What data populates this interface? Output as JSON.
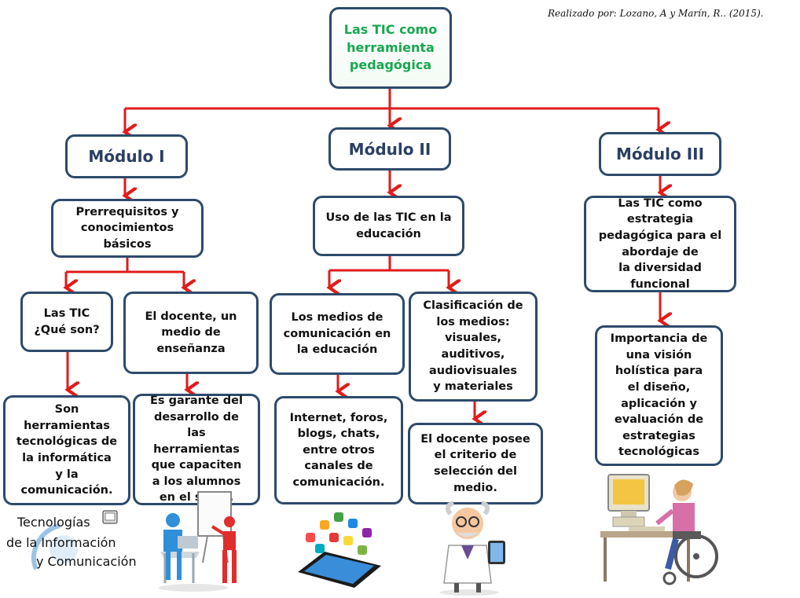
{
  "credit": "Realizado por: Lozano, A y Marín, R.. (2015).",
  "colors": {
    "box_border": "#2e4a6b",
    "module_text": "#2b3f63",
    "root_text": "#17a84f",
    "connector": "#e11b1b"
  },
  "root": {
    "label": "Las TIC como\nherramienta\npedagógica"
  },
  "modules": [
    {
      "title": "Módulo I",
      "topic": "Prerrequisitos y\nconocimientos\nbásicos",
      "branches": [
        {
          "label": "Las TIC\n¿Qué son?",
          "detail": "Son\nherramientas\ntecnológicas de\nla informática\ny la\ncomunicación."
        },
        {
          "label": "El docente, un\nmedio de\nenseñanza",
          "detail": "Es garante del\ndesarrollo de\nlas\nherramientas\nque capaciten\na los alumnos\nen el saber."
        }
      ]
    },
    {
      "title": "Módulo II",
      "topic": "Uso de las TIC en la\neducación",
      "branches": [
        {
          "label": "Los medios de\ncomunicación en\nla educación",
          "detail": "Internet, foros,\nblogs, chats,\nentre otros\ncanales de\ncomunicación."
        },
        {
          "label": "Clasificación de\nlos medios:\nvisuales,\nauditivos,\naudiovisuales\ny materiales",
          "detail": "El docente posee\nel criterio de\nselección del\nmedio."
        }
      ]
    },
    {
      "title": "Módulo III",
      "topic": "Las TIC como\nestrategia\npedagógica para el\nabordaje de\nla diversidad\nfuncional",
      "detail": "Importancia de\nuna visión\nholística para\nel diseño,\naplicación y\nevaluación de\nestrategias\ntecnológicas"
    }
  ],
  "logo": {
    "line1": "Tecnologías",
    "line2": "de la Información",
    "line3": "y Comunicación"
  },
  "icons": [
    "tic-logo",
    "teacher-at-board-icon",
    "tablet-apps-icon",
    "professor-with-tablet-icon",
    "wheelchair-computer-user-icon"
  ]
}
